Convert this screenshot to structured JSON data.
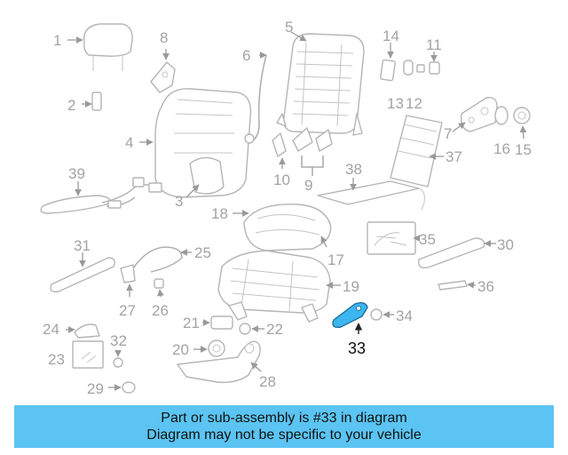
{
  "diagram": {
    "highlighted_part": "33",
    "highlight_color": "#3cb6ee",
    "callouts": {
      "c1": "1",
      "c2": "2",
      "c3": "3",
      "c4": "4",
      "c5": "5",
      "c6": "7",
      "c7": "6",
      "c8": "8",
      "c9": "9",
      "c10": "10",
      "c11": "11",
      "c12": "12",
      "c13": "13",
      "c14": "14",
      "c15": "15",
      "c16": "16",
      "c17": "17",
      "c18": "18",
      "c19": "19",
      "c20": "20",
      "c21": "21",
      "c22": "22",
      "c23": "23",
      "c24": "24",
      "c25": "25",
      "c26": "26",
      "c27": "27",
      "c28": "28",
      "c29": "29",
      "c30": "30",
      "c31": "31",
      "c32": "32",
      "c33": "33",
      "c34": "34",
      "c35": "35",
      "c36": "36",
      "c37": "37",
      "c38": "38",
      "c39": "39"
    }
  },
  "banner": {
    "line1": "Part or sub-assembly is #33 in diagram",
    "line2": "Diagram may not be specific to your vehicle",
    "background": "#5bc4f3"
  }
}
